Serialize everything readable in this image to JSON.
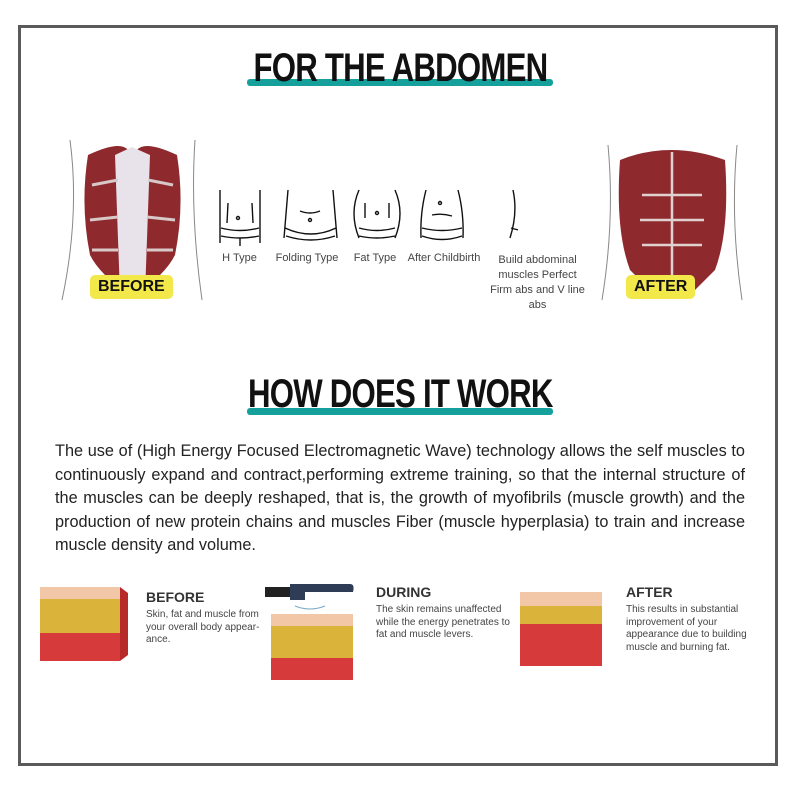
{
  "section1": {
    "title": "FOR THE ABDOMEN"
  },
  "before_tag": "BEFORE",
  "after_tag": "AFTER",
  "body_types": [
    "H Type",
    "Folding Type",
    "Fat Type",
    "After Childbirth",
    "Build abdominal muscles Perfect Firm abs and V line abs"
  ],
  "section2": {
    "title": "HOW DOES IT WORK",
    "paragraph": "The use of (High Energy Focused Electromagnetic Wave) technology allows the self muscles to continuously expand and contract,performing extreme training, so that the internal structure of the muscles can be deeply reshaped, that is, the growth of myofibrils (muscle growth) and the production of new protein chains and muscles Fiber (muscle hyperplasia) to train and increase muscle density and volume."
  },
  "stages": [
    {
      "title": "BEFORE",
      "text": "Skin, fat and muscle from your overall body appear-ance."
    },
    {
      "title": "DURING",
      "text": "The skin remains unaffected while the energy penetrates to fat and muscle levers."
    },
    {
      "title": "AFTER",
      "text": "This results in substantial improvement of your appearance due to building muscle and burning fat."
    }
  ],
  "colors": {
    "accent": "#15a09c",
    "tag": "#f3e84a",
    "muscle": "#8e2a2e"
  }
}
